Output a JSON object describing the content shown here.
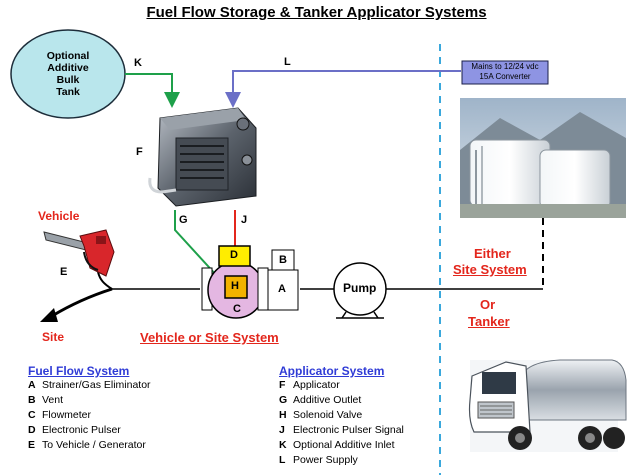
{
  "title": "Fuel Flow Storage & Tanker Applicator Systems",
  "additive_tank_label": "Optional\nAdditive\nBulk\nTank",
  "converter_label": "Mains to 12/24 vdc\n15A Converter",
  "line_labels": {
    "K": "K",
    "L": "L",
    "F": "F",
    "G": "G",
    "J": "J",
    "E": "E"
  },
  "component_labels": {
    "D": "D",
    "H": "H",
    "C": "C",
    "B": "B",
    "A": "A"
  },
  "pump_label": "Pump",
  "vehicle_label": "Vehicle",
  "site_label": "Site",
  "vehicle_or_site_label": "Vehicle or Site System",
  "either_label": "Either",
  "site_system_label": "Site System",
  "or_label": "Or",
  "tanker_label": "Tanker",
  "fuel_flow_system": {
    "heading": "Fuel Flow System",
    "items": [
      {
        "key": "A",
        "text": "Strainer/Gas Eliminator"
      },
      {
        "key": "B",
        "text": "Vent"
      },
      {
        "key": "C",
        "text": "Flowmeter"
      },
      {
        "key": "D",
        "text": "Electronic Pulser"
      },
      {
        "key": "E",
        "text": "To Vehicle / Generator"
      }
    ]
  },
  "applicator_system": {
    "heading": "Applicator System",
    "items": [
      {
        "key": "F",
        "text": "Applicator"
      },
      {
        "key": "G",
        "text": "Additive Outlet"
      },
      {
        "key": "H",
        "text": "Solenoid Valve"
      },
      {
        "key": "J",
        "text": "Electronic Pulser Signal"
      },
      {
        "key": "K",
        "text": "Optional Additive Inlet"
      },
      {
        "key": "L",
        "text": "Power Supply"
      }
    ]
  },
  "colors": {
    "green_line": "#1ea04a",
    "blue_line": "#6b6fc7",
    "red_line": "#e3261c",
    "divider": "#3aa8dc"
  }
}
